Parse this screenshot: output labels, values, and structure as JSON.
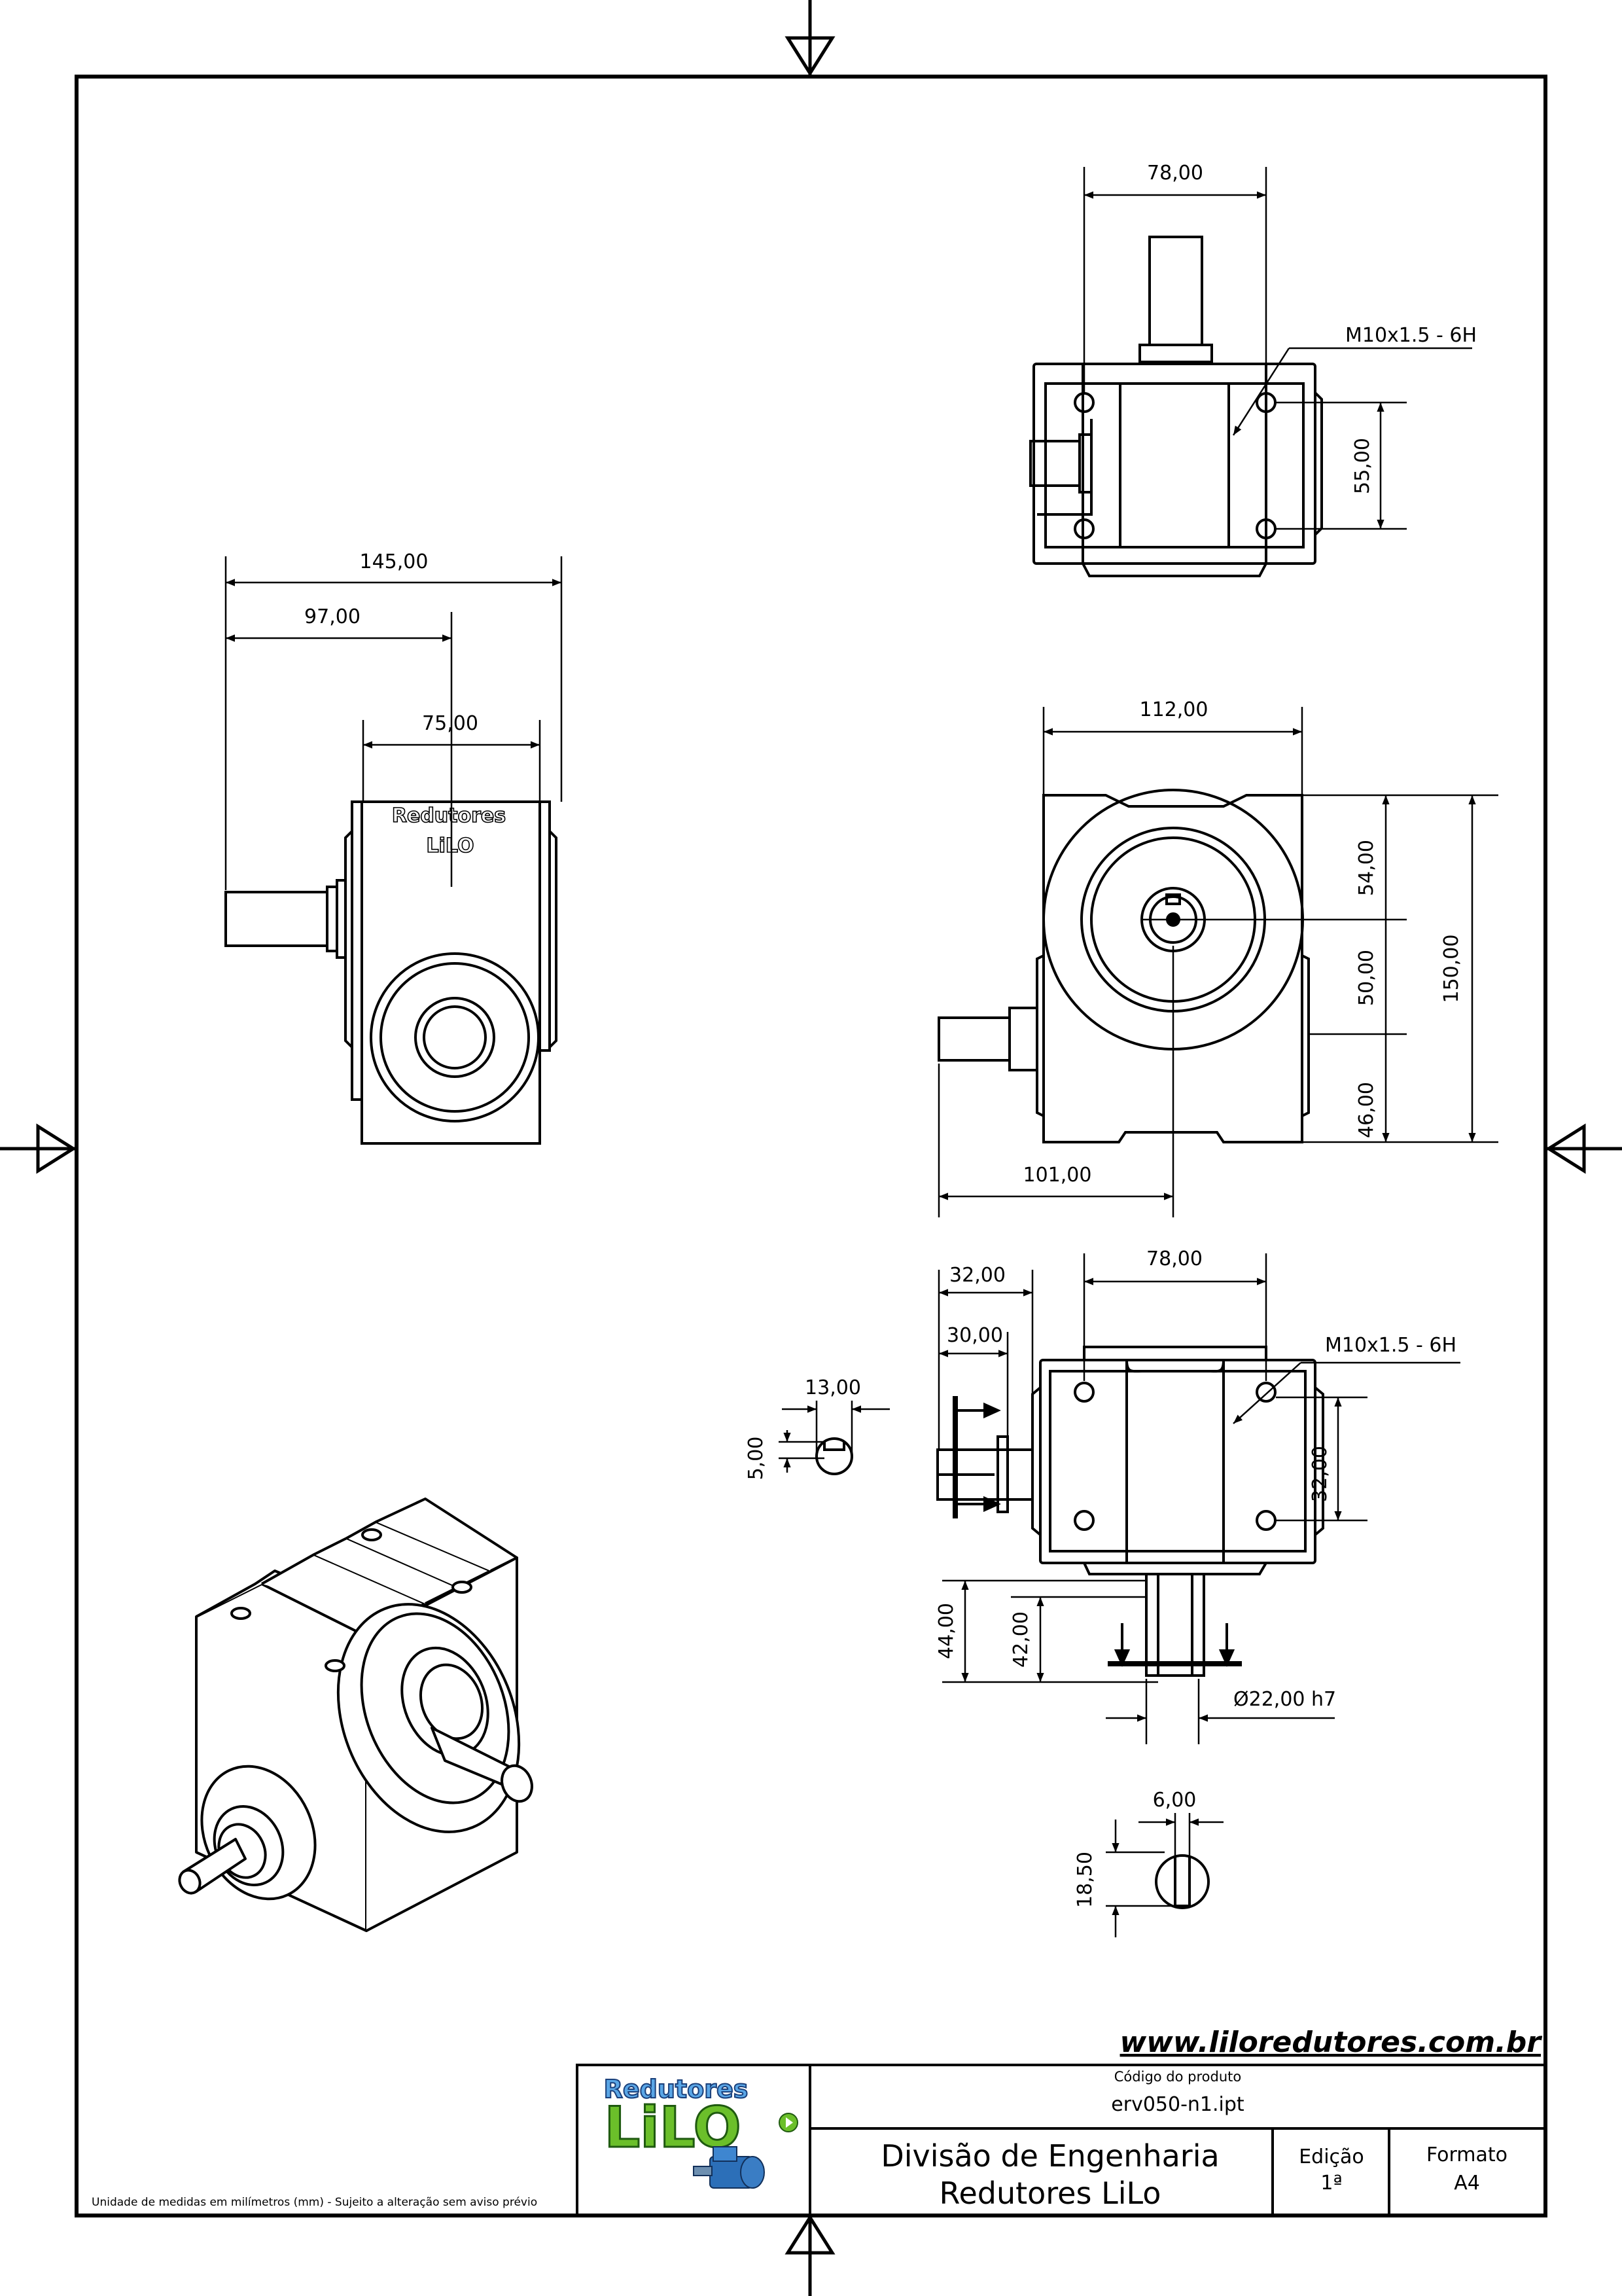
{
  "website": "www.liloredutores.com.br",
  "units_note": "Unidade de medidas em milímetros (mm) - Sujeito a alteração sem aviso prévio",
  "logo": {
    "top": "Redutores",
    "bottom": "LiLO"
  },
  "engraving": {
    "line1": "Redutores",
    "line2": "LiLO"
  },
  "title_block": {
    "product_code_label": "Código do produto",
    "product_code": "erv050-n1.ipt",
    "department_line1": "Divisão de Engenharia",
    "department_line2": "Redutores LiLo",
    "edition_label": "Edição",
    "edition_value": "1ª",
    "format_label": "Formato",
    "format_value": "A4"
  },
  "dimensions": {
    "top_width": "78,00",
    "top_thread": "M10x1.5 - 6H",
    "top_holes": "55,00",
    "side_overall": "145,00",
    "side_shaft": "97,00",
    "side_body": "75,00",
    "front_width": "112,00",
    "front_upper": "54,00",
    "front_middle": "50,00",
    "front_lower": "46,00",
    "front_height": "150,00",
    "front_shaft_offset": "101,00",
    "bottom_width": "78,00",
    "bottom_thread": "M10x1.5 - 6H",
    "bottom_shaft_len_a": "32,00",
    "bottom_shaft_len_b": "30,00",
    "bottom_holes": "32,00",
    "output_len_a": "44,00",
    "output_len_b": "42,00",
    "output_diameter": "Ø22,00 h7",
    "small_key_width": "13,00",
    "small_key_height": "5,00",
    "large_key_width": "6,00",
    "large_key_height": "18,50"
  }
}
